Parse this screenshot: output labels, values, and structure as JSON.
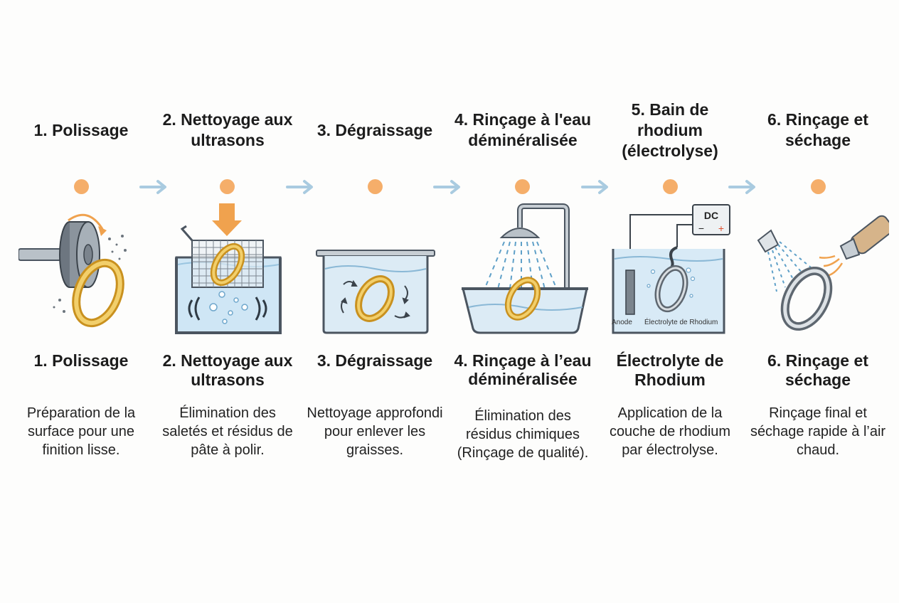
{
  "steps": [
    {
      "top_title": "1. Polissage",
      "bottom_title": "1. Polissage",
      "description": "Préparation de la surface pour une finition lisse."
    },
    {
      "top_title": "2. Nettoyage aux ultrasons",
      "bottom_title": "2. Nettoyage aux ultrasons",
      "description": "Élimination des saletés et résidus de pâte à polir."
    },
    {
      "top_title": "3. Dégraissage",
      "bottom_title": "3. Dégraissage",
      "description": "Nettoyage approfondi pour enlever les graisses."
    },
    {
      "top_title": "4. Rinçage à l'eau déminéralisée",
      "bottom_title": "4. Rinçage à l’eau déminéralisée",
      "description": "Élimination des résidus chimiques (Rinçage de qualité)."
    },
    {
      "top_title": "5. Bain de rhodium (électrolyse)",
      "bottom_title": "Électrolyte de Rhodium",
      "description": "Application de la couche de rhodium par électrolyse."
    },
    {
      "top_title": "6. Rinçage et séchage",
      "bottom_title": "6. Rinçage et séchage",
      "description": "Rinçage final et séchage rapide à l’air chaud."
    }
  ],
  "electrolysis": {
    "power_label": "DC",
    "minus_sign": "−",
    "plus_sign": "+",
    "anode_label": "Anode",
    "electrolyte_label": "Électrolyte de Rhodium"
  },
  "colors": {
    "dot": "#f5ae6a",
    "arrow": "#a9cbe0",
    "gold": "#e3b23c",
    "water": "#cfe6f5",
    "metal": "#9aa3ab"
  }
}
